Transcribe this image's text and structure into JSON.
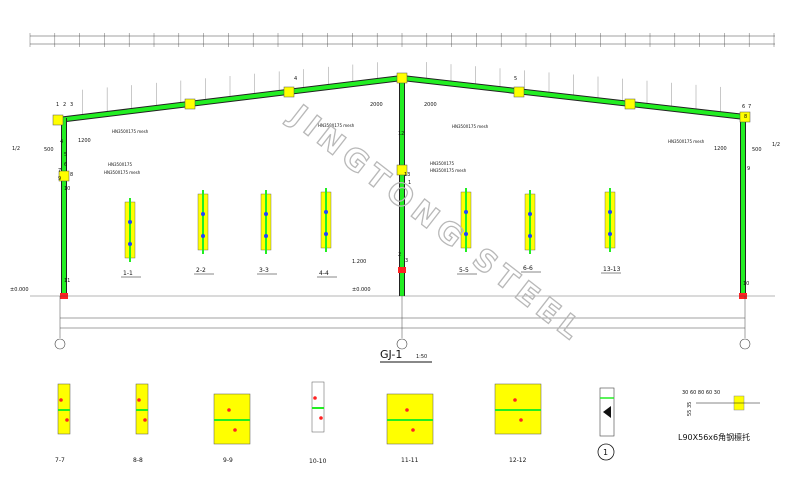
{
  "drawing": {
    "title": "GJ-1",
    "scale": "1:50",
    "watermark": "JINGTONG STEEL",
    "detail_number": "1",
    "colors": {
      "frame": "#22ee22",
      "node": "#ffff00",
      "line": "#222222",
      "red": "#ff2222",
      "blue": "#2244ff"
    }
  },
  "callouts": {
    "half": "1/2",
    "top_left": "HN350X175 mesh",
    "mid_left_a": "HN350X175",
    "mid_left_b": "HN350X175 mesh",
    "center_top": "HN350X175 mesh",
    "center_right": "HN350X175 mesh",
    "center_mid_a": "HN350X175",
    "center_mid_b": "HN350X175 mesh",
    "right": "HN350X175 mesh",
    "dim_2000": "2000",
    "dim_1200": "1200",
    "dim_500": "500"
  },
  "elevations": {
    "base": "±0.000",
    "center_base": "±0.000",
    "center_mid": "1.200"
  },
  "member_numbers": [
    "1",
    "2",
    "3",
    "4",
    "5",
    "6",
    "7",
    "8",
    "9",
    "10",
    "11",
    "12",
    "13"
  ],
  "section_labels": [
    "1-1",
    "2-2",
    "3-3",
    "4-4",
    "5-5",
    "6-6",
    "13-13"
  ],
  "bottom_labels": [
    "7-7",
    "8-8",
    "9-9",
    "10-10",
    "11-11",
    "12-12"
  ],
  "angle_support": {
    "label": "L90X56x6角钢檩托",
    "dims_top": "30 60  80  60 30",
    "dims_side": "55 35"
  }
}
